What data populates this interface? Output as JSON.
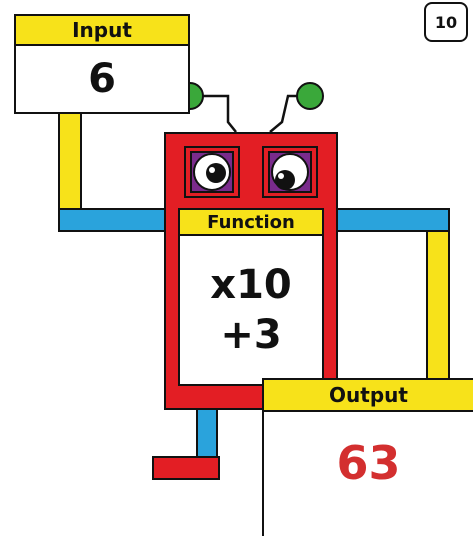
{
  "badge": "10",
  "input": {
    "label": "Input",
    "value": "6"
  },
  "function": {
    "label": "Function",
    "line1": "x10",
    "line2": "+3"
  },
  "output": {
    "label": "Output",
    "value": "63"
  },
  "colors": {
    "robot": "#e31e24",
    "pipe_yellow": "#f7e21a",
    "pipe_blue": "#2aa3dc",
    "antenna": "#3aa83a",
    "eye_socket": "#7a2b8c",
    "output_value": "#d32f2f"
  }
}
